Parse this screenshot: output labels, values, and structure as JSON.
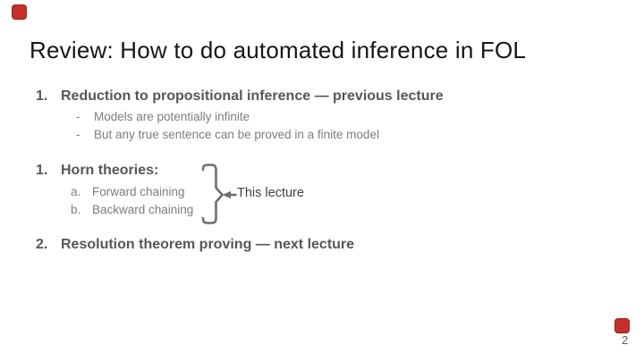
{
  "slide": {
    "title": "Review: How to do automated inference in FOL",
    "sections": [
      {
        "number": "1.",
        "heading": "Reduction to propositional inference — previous lecture",
        "bullets": [
          {
            "marker": "-",
            "text": "Models are potentially infinite"
          },
          {
            "marker": "-",
            "text": "But any true sentence can be proved in a finite model"
          }
        ]
      },
      {
        "number": "1.",
        "heading": "Horn theories:",
        "items": [
          {
            "marker": "a.",
            "text": "Forward chaining"
          },
          {
            "marker": "b.",
            "text": "Backward chaining"
          }
        ],
        "callout": "This lecture"
      },
      {
        "number": "2.",
        "heading": "Resolution theorem proving — next lecture"
      }
    ],
    "page_number": "2",
    "colors": {
      "background": "#ffffff",
      "title_text": "#161616",
      "heading_text": "#575757",
      "body_text": "#7d7d7d",
      "callout_text": "#3f3f3f",
      "bracket": "#6e6e6e",
      "corner_marker_red": "#c4302b"
    },
    "icons": {
      "brace": "right-curly-brace-with-arrow"
    }
  }
}
